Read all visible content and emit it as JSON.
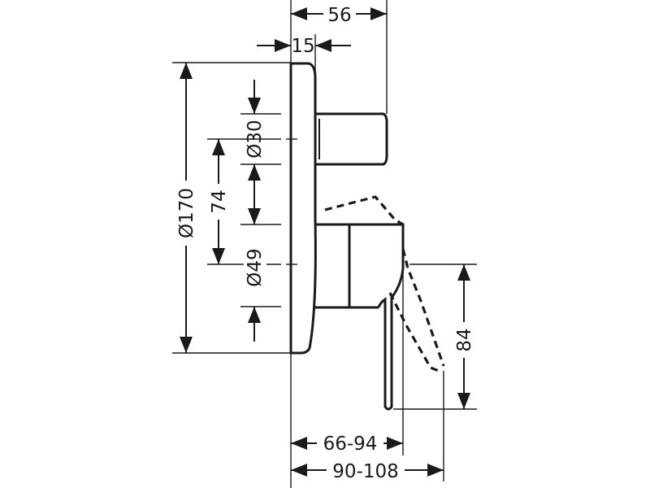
{
  "dimensions": {
    "total_depth": "56",
    "plate_thickness": "15",
    "plate_diameter": "Ø170",
    "knob_diameter": "Ø30",
    "centers_distance": "74",
    "cartridge_diameter": "Ø49",
    "lever_drop": "84",
    "lever_projection": "66-94",
    "lever_projection_open": "90-108"
  }
}
